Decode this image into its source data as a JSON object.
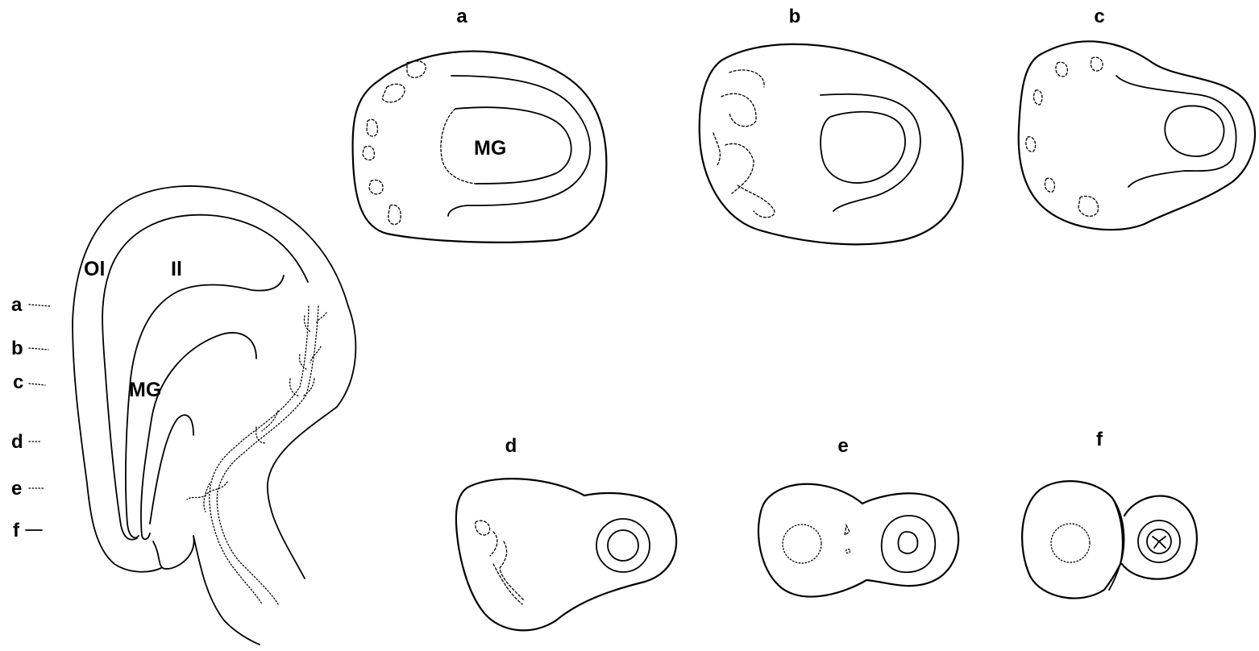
{
  "panels": {
    "a": "a",
    "b": "b",
    "c": "c",
    "d": "d",
    "e": "e",
    "f": "f"
  },
  "levels": [
    "a",
    "b",
    "c",
    "d",
    "e",
    "f"
  ],
  "regions": {
    "outer_layer": "Ol",
    "inner_layer": "Il",
    "gland_main": "MG",
    "gland_section_a": "MG"
  }
}
